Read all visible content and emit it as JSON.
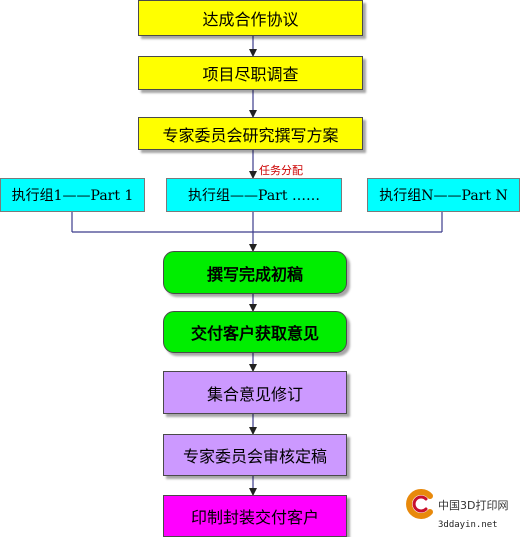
{
  "steps": {
    "agreement": "达成合作协议",
    "due_diligence": "项目尽职调查",
    "research_plan": "专家委员会研究撰写方案",
    "draft": "撰写完成初稿",
    "deliver_feedback": "交付客户获取意见",
    "revise": "集合意见修订",
    "review_final": "专家委员会审核定稿",
    "print_deliver": "印制封装交付客户"
  },
  "task_assignment_label": "任务分配",
  "groups": {
    "group_1": "执行组1——Part 1",
    "group_mid": "执行组——Part ……",
    "group_n": "执行组N——Part N"
  },
  "watermark": {
    "name": "中国3D打印网",
    "url": "3ddayin.net"
  },
  "colors": {
    "stage_planning": "#ffff00",
    "stage_groups": "#00ffff",
    "stage_drafting": "#00ee00",
    "stage_revision": "#cc99ff",
    "stage_delivery": "#ff00ff",
    "connector": "#3c3c8c",
    "annotation": "#cc0000"
  }
}
